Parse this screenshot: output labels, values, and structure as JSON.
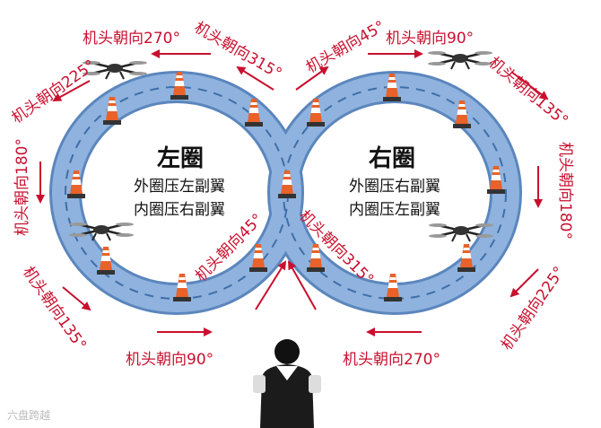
{
  "left_loop": {
    "title": "左圈",
    "line1": "外圈压左副翼",
    "line2": "内圈压右副翼"
  },
  "right_loop": {
    "title": "右圈",
    "line1": "外圈压右副翼",
    "line2": "内圈压左副翼"
  },
  "heading_labels": {
    "top_270": "机头朝向270°",
    "top_315": "机头朝向315°",
    "top_45": "机头朝向45°",
    "top_90": "机头朝向90°",
    "left_225": "机头朝向225°",
    "left_180": "机头朝向180°",
    "left_135": "机头朝向135°",
    "right_135": "机头朝向135°",
    "right_180": "机头朝向180°",
    "right_225": "机头朝向225°",
    "center_45": "机头朝向45°",
    "center_315": "机头朝向315°",
    "bottom_90": "机头朝向90°",
    "bottom_270": "机头朝向270°"
  },
  "watermark": "六盘跨越",
  "colors": {
    "track": "#7fa7d6",
    "track_edge": "#5b86bd",
    "arrow_red": "#c8102e",
    "cone_orange": "#e8622a"
  }
}
